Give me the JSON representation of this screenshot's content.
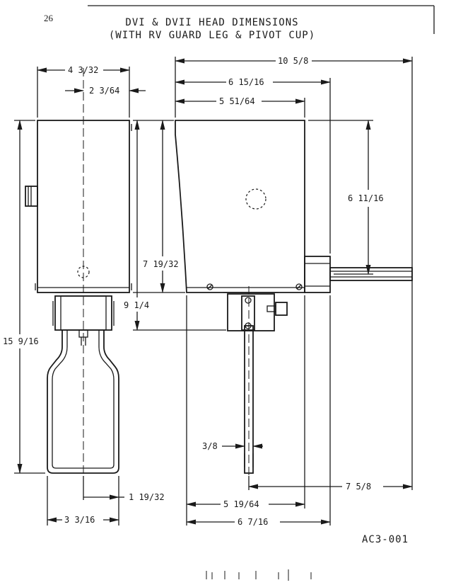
{
  "page": {
    "number": "26",
    "title_line1": "DVI & DVII HEAD DIMENSIONS",
    "title_line2": "(WITH RV GUARD LEG & PIVOT CUP)",
    "drawing_id": "AC3-001"
  },
  "dimensions": {
    "d_4_3_32": "4 3/32",
    "d_2_3_64": "2 3/64",
    "d_15_9_16": "15 9/16",
    "d_7_19_32": "7 19/32",
    "d_9_1_4": "9 1/4",
    "d_1_19_32": "1 19/32",
    "d_3_3_16": "3 3/16",
    "d_10_5_8": "10 5/8",
    "d_6_15_16": "6 15/16",
    "d_5_51_64": "5 51/64",
    "d_6_11_16": "6 11/16",
    "d_3_8": "3/8",
    "d_7_5_8": "7 5/8",
    "d_5_19_64": "5 19/64",
    "d_6_7_16": "6 7/16"
  }
}
